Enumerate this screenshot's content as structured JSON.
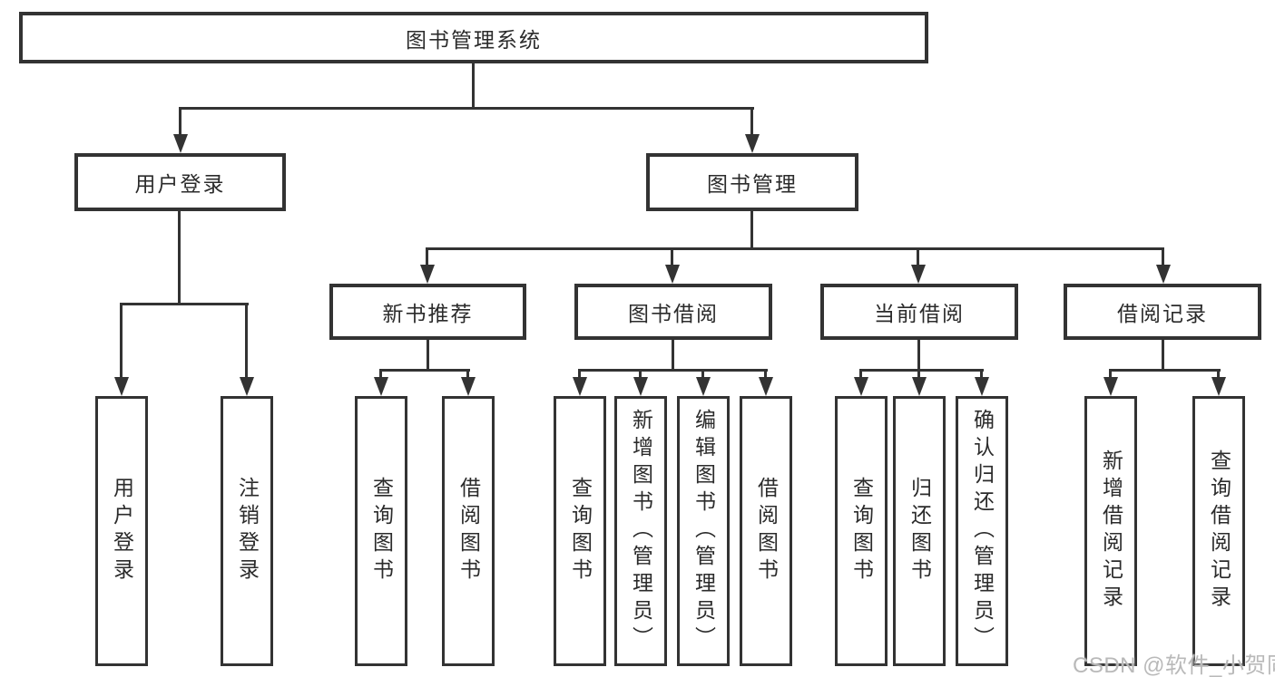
{
  "diagram": {
    "root": {
      "label": "图书管理系统"
    },
    "branches": [
      {
        "label": "用户登录",
        "children": [
          {
            "label": "用户登录"
          },
          {
            "label": "注销登录"
          }
        ]
      },
      {
        "label": "图书管理",
        "groups": [
          {
            "label": "新书推荐",
            "children": [
              {
                "label": "查询图书"
              },
              {
                "label": "借阅图书"
              }
            ]
          },
          {
            "label": "图书借阅",
            "children": [
              {
                "label": "查询图书"
              },
              {
                "label": "新增图书（管理员）"
              },
              {
                "label": "编辑图书（管理员）"
              },
              {
                "label": "借阅图书"
              }
            ]
          },
          {
            "label": "当前借阅",
            "children": [
              {
                "label": "查询图书"
              },
              {
                "label": "归还图书"
              },
              {
                "label": "确认归还（管理员）"
              }
            ]
          },
          {
            "label": "借阅记录",
            "children": [
              {
                "label": "新增借阅记录"
              },
              {
                "label": "查询借阅记录"
              }
            ]
          }
        ]
      }
    ]
  },
  "watermark": {
    "text": "CSDN @软件_小贺同学",
    "color": "#b9b9b9"
  },
  "colors": {
    "line": "#333333",
    "text": "#2b2b2b",
    "background": "#ffffff"
  }
}
